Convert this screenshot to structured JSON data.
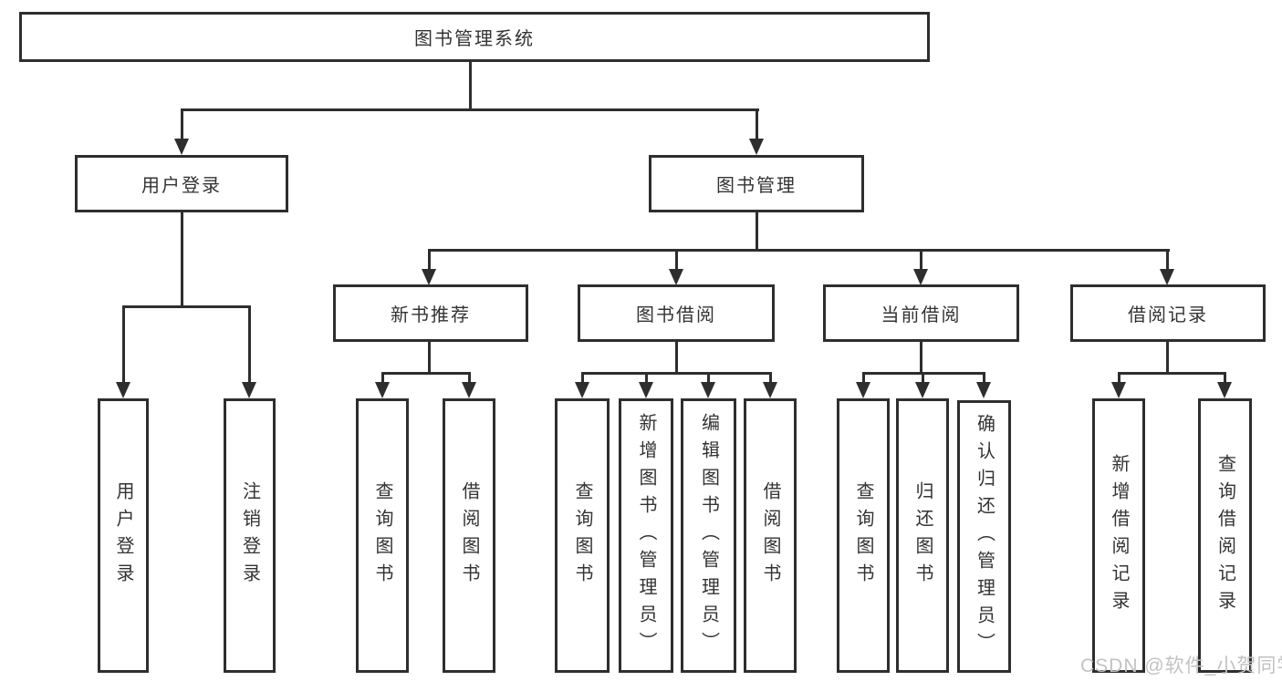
{
  "nodes": {
    "root": "图书管理系统",
    "user_login": "用户登录",
    "book_mgmt": "图书管理",
    "new_book_rec": "新书推荐",
    "book_borrow": "图书借阅",
    "current_borrow": "当前借阅",
    "borrow_records": "借阅记录",
    "leaves": {
      "user_login": [
        "用户登录",
        "注销登录"
      ],
      "new_book_rec": [
        "查询图书",
        "借阅图书"
      ],
      "book_borrow": [
        "查询图书",
        "新增图书（管理员）",
        "编辑图书（管理员）",
        "借阅图书"
      ],
      "current_borrow": [
        "查询图书",
        "归还图书",
        "确认归还（管理员）"
      ],
      "borrow_records": [
        "新增借阅记录",
        "查询借阅记录"
      ]
    }
  },
  "watermark": "CSDN @软件_小贺同学",
  "colors": {
    "line": "#2e2e2e",
    "text": "#333333",
    "box_bg": "#ffffff",
    "watermark": "#c2c2c2"
  }
}
